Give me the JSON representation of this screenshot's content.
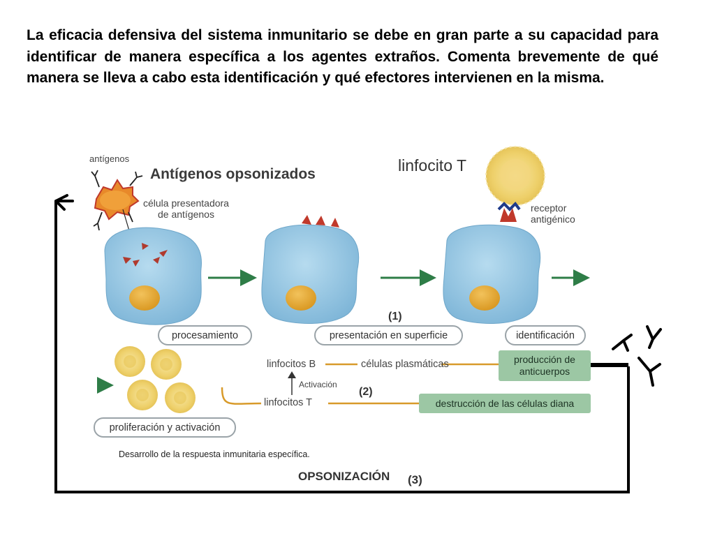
{
  "question": "La eficacia defensiva del sistema inmunitario se debe en gran parte a su capacidad para identificar de manera específica a los agentes extraños. Comenta brevemente de qué manera se lleva a cabo esta identificación y qué efectores intervienen en la misma.",
  "diagram": {
    "label_antigenos": "antígenos",
    "title_opsonizados": "Antígenos opsonizados",
    "label_celula_presentadora": "célula presentadora\nde antígenos",
    "title_linfocito": "linfocito T",
    "label_receptor": "receptor\nantigénico",
    "steps": [
      "procesamiento",
      "presentación en superficie",
      "identificación"
    ],
    "marker_1": "(1)",
    "marker_2": "(2)",
    "marker_3": "(3)",
    "proliferacion": "proliferación y activación",
    "linfocitos_b": "linfocitos B",
    "linfocitos_t": "linfocitos T",
    "celulas_plasmaticas": "células plasmáticas",
    "activacion": "Activación",
    "produccion": "producción de\nanticuerpos",
    "destruccion": "destrucción de las células diana",
    "caption": "Desarrollo de la respuesta inmunitaria específica.",
    "opsonizacion": "OPSONIZACIÓN"
  },
  "colors": {
    "cell_fill": "#8fc3e0",
    "nucleus": "#e0a93a",
    "antigen": "#c0392b",
    "arrow": "#2e7d47",
    "box": "#9cc7a4",
    "lymphocyte": "#f1da7a"
  }
}
